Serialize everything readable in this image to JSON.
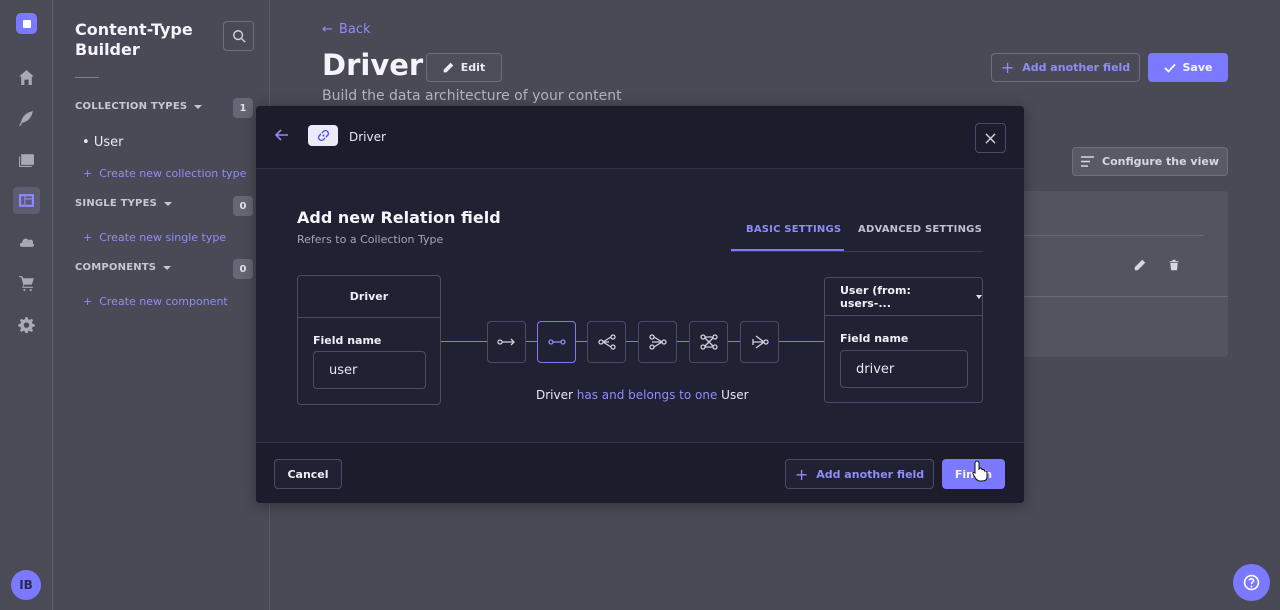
{
  "rail": {
    "avatar_initials": "IB",
    "icons": [
      "logo-icon",
      "home-icon",
      "feather-icon",
      "media-library-icon",
      "content-type-builder-icon",
      "cloud-icon",
      "cart-icon",
      "settings-icon"
    ]
  },
  "sidebar": {
    "title": "Content-Type Builder",
    "sections": [
      {
        "label": "COLLECTION TYPES",
        "count": "1",
        "items": [
          "User"
        ],
        "create_label": "Create new collection type"
      },
      {
        "label": "SINGLE TYPES",
        "count": "0",
        "items": [],
        "create_label": "Create new single type"
      },
      {
        "label": "COMPONENTS",
        "count": "0",
        "items": [],
        "create_label": "Create new component"
      }
    ]
  },
  "page": {
    "back_label": "Back",
    "title": "Driver",
    "edit_label": "Edit",
    "subtitle": "Build the data architecture of your content",
    "add_field_label": "Add another field",
    "save_label": "Save",
    "configure_label": "Configure the view"
  },
  "modal": {
    "header_title": "Driver",
    "title": "Add new Relation field",
    "subtitle": "Refers to a Collection Type",
    "tabs": [
      "BASIC SETTINGS",
      "ADVANCED SETTINGS"
    ],
    "active_tab": "BASIC SETTINGS",
    "left": {
      "name": "Driver",
      "field_label": "Field name",
      "field_value": "user"
    },
    "right": {
      "target": "User (from: users-...",
      "field_label": "Field name",
      "field_value": "driver"
    },
    "relation_options": [
      "one-way-icon",
      "one-to-one-icon",
      "one-to-many-icon",
      "many-to-one-icon",
      "many-to-many-icon",
      "many-way-icon"
    ],
    "selected_relation": "one-to-one-icon",
    "relation_sentence": {
      "left": "Driver",
      "verb": "has and belongs to one",
      "right": "User"
    },
    "cancel_label": "Cancel",
    "add_field_label": "Add another field",
    "finish_label": "Finish"
  },
  "colors": {
    "accent": "#7b79ff",
    "modal_bg": "#212134",
    "page_bg": "#4a4a56"
  }
}
